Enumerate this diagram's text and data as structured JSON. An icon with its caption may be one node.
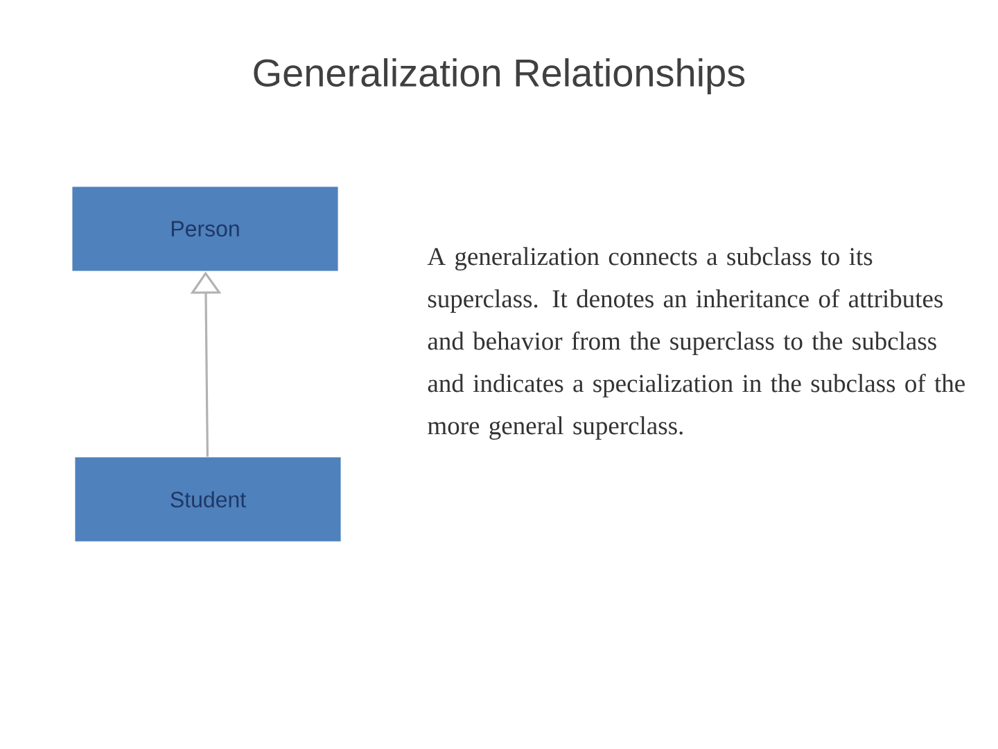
{
  "diagram": {
    "title": "Generalization Relationships",
    "nodes": [
      {
        "text": [
          "Person"
        ]
      },
      {
        "text": [
          "Student"
        ]
      }
    ],
    "edges": [
      {
        "from": 1,
        "to": 0,
        "arrow": "to"
      }
    ],
    "labels": [
      "A generalization connects a subclass to its superclass. It denotes an inheritance of attributes and behavior from the superclass to the subclass and indicates a specialization in the subclass of the more general superclass."
    ]
  }
}
